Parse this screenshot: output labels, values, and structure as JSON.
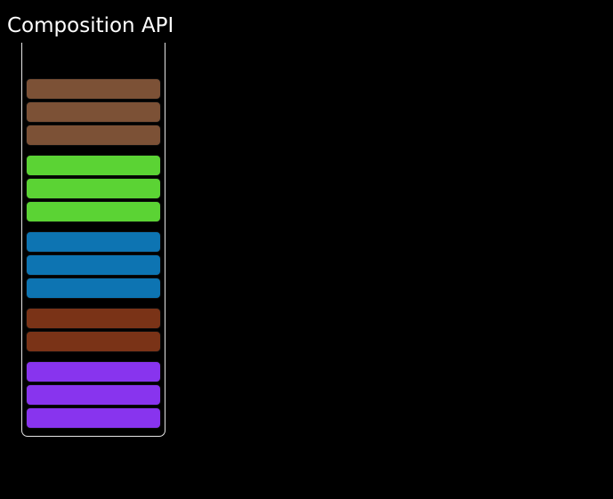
{
  "title": "Composition API",
  "theme": {
    "background": "#000000",
    "title_color": "#ffffff",
    "frame_border_color": "#e6e6e6",
    "bar_outline_color": "#0d0d0d"
  },
  "frame": {
    "groups": [
      {
        "id": "group-1",
        "color": "#7c5136",
        "count": 3
      },
      {
        "id": "group-2",
        "color": "#5bd334",
        "count": 3
      },
      {
        "id": "group-3",
        "color": "#0d74b2",
        "count": 3
      },
      {
        "id": "group-4",
        "color": "#7a3317",
        "count": 2
      },
      {
        "id": "group-5",
        "color": "#8834ee",
        "count": 3
      }
    ]
  }
}
